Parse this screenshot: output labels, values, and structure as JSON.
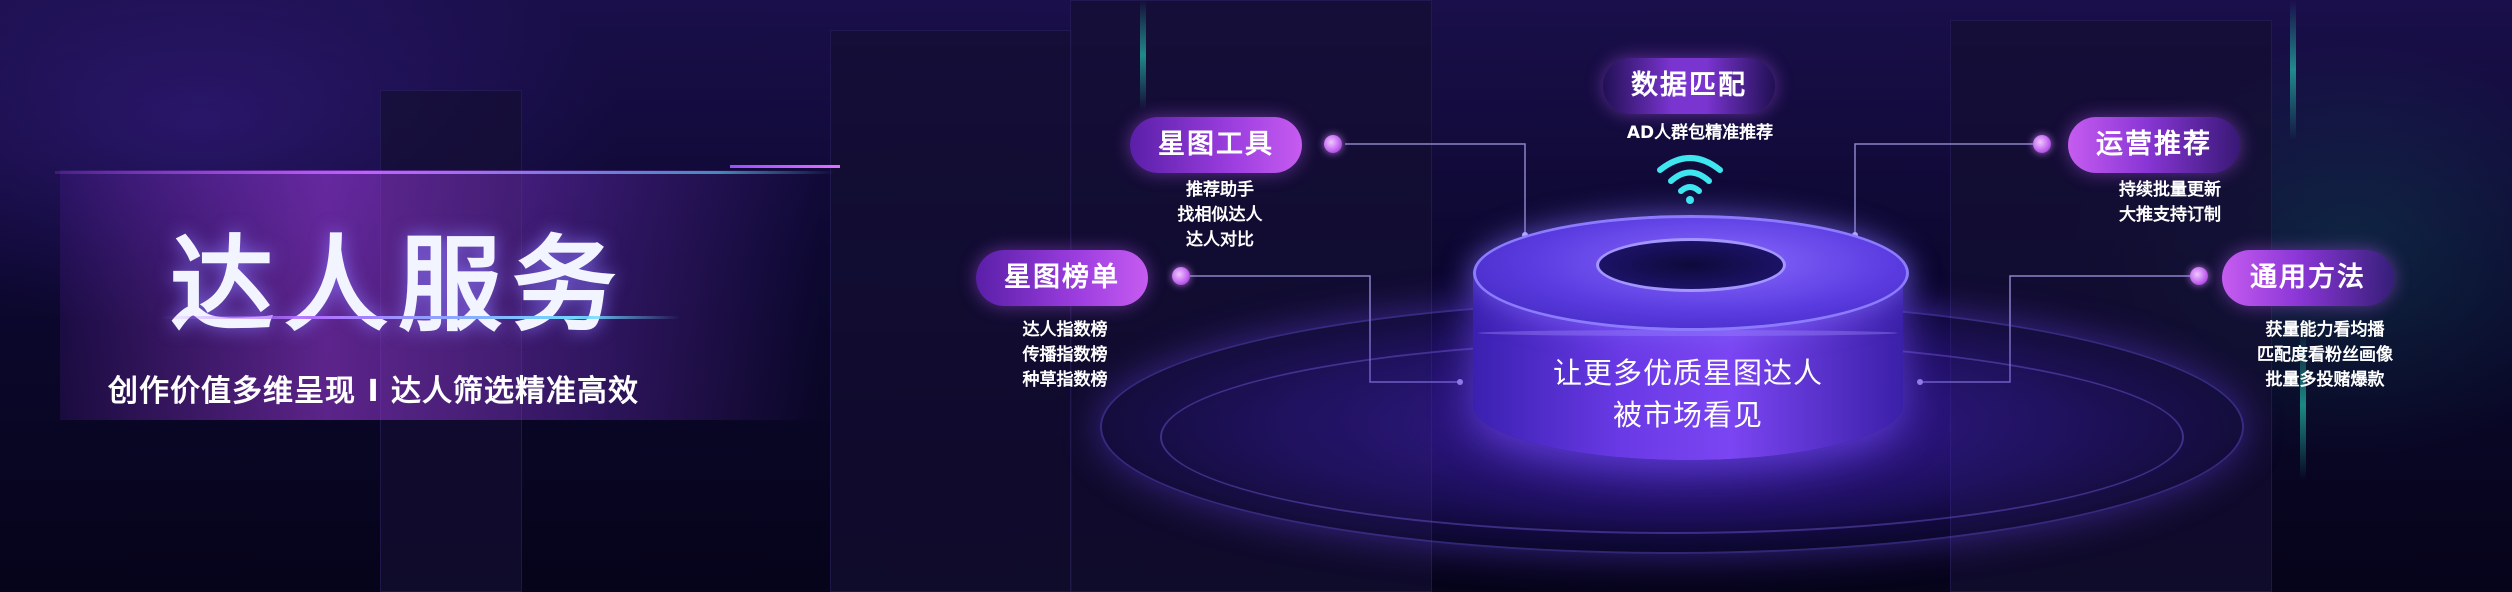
{
  "banner": {
    "title": "达人服务",
    "subtitle": "创作价值多维呈现 I 达人筛选精准高效"
  },
  "center": {
    "line1": "让更多优质星图达人",
    "line2": "被市场看见"
  },
  "features": {
    "data_match": {
      "label": "数据匹配",
      "items": [
        "AD人群包精准推荐"
      ]
    },
    "star_tools": {
      "label": "星图工具",
      "items": [
        "推荐助手",
        "找相似达人",
        "达人对比"
      ]
    },
    "star_rank": {
      "label": "星图榜单",
      "items": [
        "达人指数榜",
        "传播指数榜",
        "种草指数榜"
      ]
    },
    "ops_recommend": {
      "label": "运营推荐",
      "items": [
        "持续批量更新",
        "大推支持订制"
      ]
    },
    "general_method": {
      "label": "通用方法",
      "items": [
        "获量能力看均播",
        "匹配度看粉丝画像",
        "批量多投赌爆款"
      ]
    }
  },
  "icons": [
    "wifi-signal-icon"
  ],
  "colors": {
    "accent_purple": "#9d3ee0",
    "accent_cyan": "#6fd8ff",
    "background": "#07051a"
  }
}
